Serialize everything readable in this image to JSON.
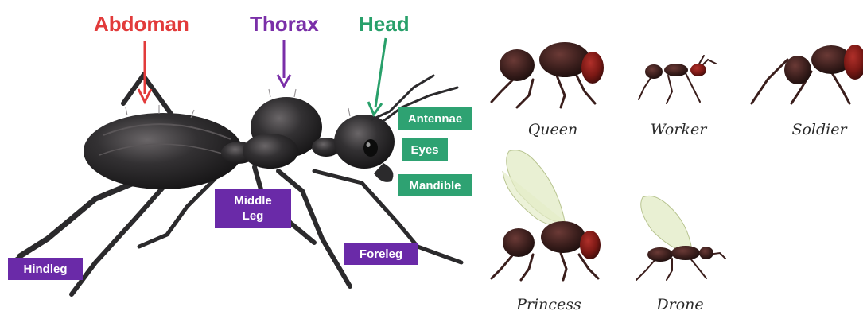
{
  "anatomy": {
    "regions": [
      {
        "id": "abdomen",
        "label": "Abdoman",
        "color": "#e23b3b"
      },
      {
        "id": "thorax",
        "label": "Thorax",
        "color": "#7a2fa8"
      },
      {
        "id": "head",
        "label": "Head",
        "color": "#28a06a"
      }
    ],
    "head_parts": [
      {
        "id": "antennae",
        "label": "Antennae",
        "color": "#2ea272"
      },
      {
        "id": "eyes",
        "label": "Eyes",
        "color": "#2ea272"
      },
      {
        "id": "mandible",
        "label": "Mandible",
        "color": "#2ea272"
      }
    ],
    "legs": [
      {
        "id": "middle-leg",
        "label": "Middle\nLeg",
        "color": "#6a2aa8"
      },
      {
        "id": "foreleg",
        "label": "Foreleg",
        "color": "#6a2aa8"
      },
      {
        "id": "hindleg",
        "label": "Hindleg",
        "color": "#6a2aa8"
      }
    ]
  },
  "castes": [
    {
      "id": "queen",
      "label": "Queen"
    },
    {
      "id": "worker",
      "label": "Worker"
    },
    {
      "id": "soldier",
      "label": "Soldier"
    },
    {
      "id": "princess",
      "label": "Princess"
    },
    {
      "id": "drone",
      "label": "Drone"
    }
  ],
  "colors": {
    "ant_body": "#2b2a2c",
    "ant_shine": "#5a5658",
    "caste_body": "#3a1e1c",
    "caste_head": "#7a1814",
    "wing": "#e4ecc8"
  }
}
